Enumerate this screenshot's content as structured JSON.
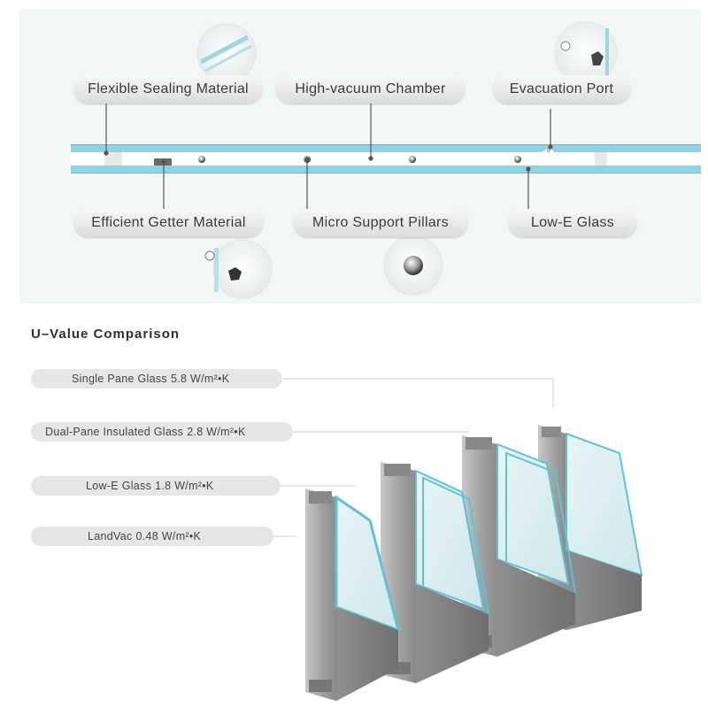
{
  "diagram": {
    "labels": {
      "sealing": "Flexible Sealing Material",
      "chamber": "High-vacuum Chamber",
      "port": "Evacuation Port",
      "getter": "Efficient Getter Material",
      "pillars": "Micro Support Pillars",
      "lowe": "Low-E Glass"
    },
    "colors": {
      "glass": "#8fd3e6",
      "glass_edge": "#5fbad6",
      "panel_bg": "#f1f7f6"
    }
  },
  "comparison": {
    "title": "U–Value Comparison",
    "items": [
      {
        "name": "Single Pane Glass",
        "value": "5.8 W/m²•K"
      },
      {
        "name": "Dual-Pane Insulated Glass",
        "value": "2.8 W/m²•K"
      },
      {
        "name": "Low-E Glass",
        "value": "1.8 W/m²•K"
      },
      {
        "name": "LandVac",
        "value": "0.48 W/m²•K"
      }
    ]
  }
}
